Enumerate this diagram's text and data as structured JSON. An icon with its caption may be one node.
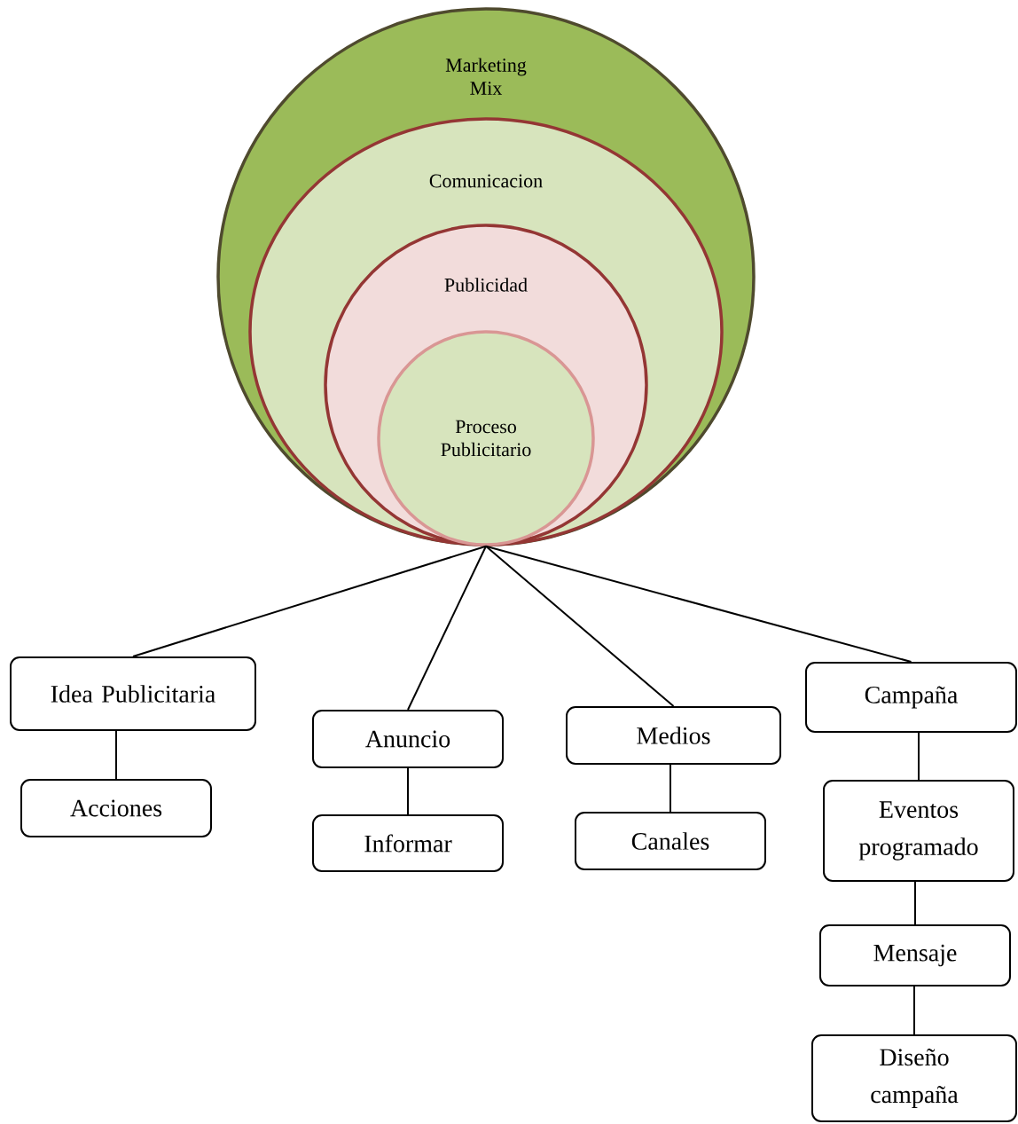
{
  "diagram": {
    "nodes": [
      {
        "text": [
          "Marketing Mix"
        ]
      },
      {
        "text": [
          "Comunicacion"
        ],
        "in": 0
      },
      {
        "text": [
          "Publicidad"
        ],
        "in": 1
      },
      {
        "text": [
          "Proceso Publicitario"
        ],
        "in": 2
      },
      {
        "text": [
          "Idea Publicitaria"
        ]
      },
      {
        "text": [
          "Acciones"
        ]
      },
      {
        "text": [
          "Anuncio"
        ]
      },
      {
        "text": [
          "Informar"
        ]
      },
      {
        "text": [
          "Medios"
        ]
      },
      {
        "text": [
          "Canales"
        ]
      },
      {
        "text": [
          "Campaña"
        ]
      },
      {
        "text": [
          "Eventos programado"
        ]
      },
      {
        "text": [
          "Mensaje"
        ]
      },
      {
        "text": [
          "Diseño campaña"
        ]
      }
    ],
    "edges": [
      {
        "from": 3,
        "to": 4,
        "arrow": "none"
      },
      {
        "from": 3,
        "to": 6,
        "arrow": "none"
      },
      {
        "from": 3,
        "to": 8,
        "arrow": "none"
      },
      {
        "from": 3,
        "to": 10,
        "arrow": "none"
      },
      {
        "from": 4,
        "to": 5,
        "arrow": "none"
      },
      {
        "from": 6,
        "to": 7,
        "arrow": "none"
      },
      {
        "from": 8,
        "to": 9,
        "arrow": "none"
      },
      {
        "from": 10,
        "to": 11,
        "arrow": "none"
      },
      {
        "from": 11,
        "to": 12,
        "arrow": "none"
      },
      {
        "from": 12,
        "to": 13,
        "arrow": "none"
      }
    ]
  }
}
